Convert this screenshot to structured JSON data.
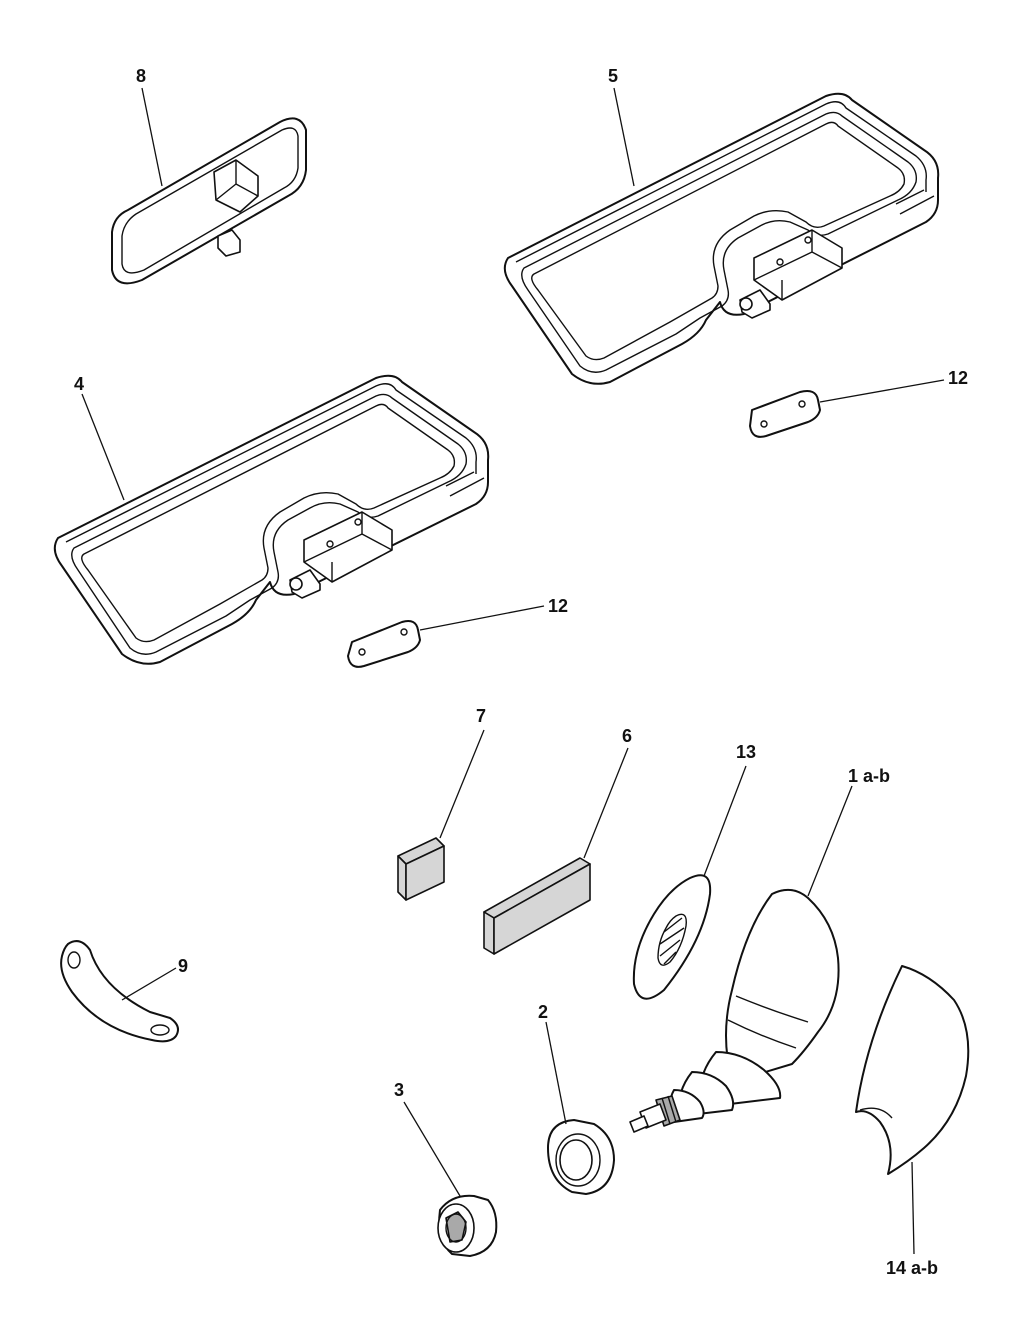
{
  "labels": {
    "mirror": "8",
    "visor_right": "5",
    "visor_left": "4",
    "plate_right": "12",
    "plate_left": "12",
    "pad_small": "7",
    "pad_large": "6",
    "disc": "13",
    "cover": "1 a-b",
    "strap": "9",
    "ring": "2",
    "knob": "3",
    "shell": "14 a-b"
  }
}
